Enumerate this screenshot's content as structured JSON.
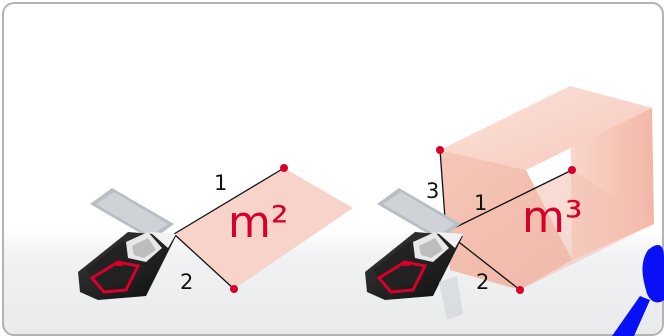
{
  "area_illustration": {
    "side_1_label": "1",
    "side_2_label": "2",
    "unit_label": "m²"
  },
  "volume_illustration": {
    "side_1_label": "1",
    "side_2_label": "2",
    "side_3_label": "3",
    "unit_label": "m³"
  },
  "colors": {
    "accent": "#d8002b",
    "area_fill": "#f8d3c9",
    "device_body": "#1a1a1a",
    "frame_border": "#b3b3b3"
  },
  "icons": [
    "laser-distance-meter-icon",
    "laser-distance-meter-icon"
  ]
}
